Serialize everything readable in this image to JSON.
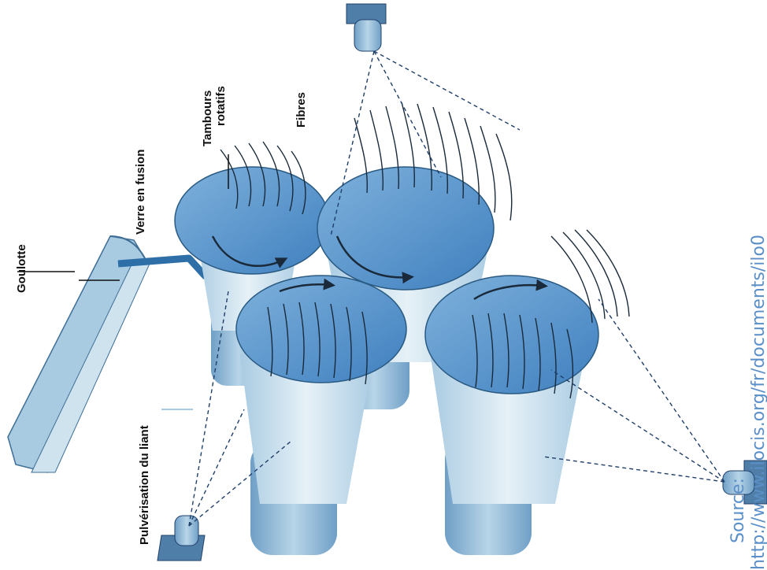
{
  "labels": {
    "goulotte": "Goulotte",
    "verre": "Verre en fusion",
    "tambours_line1": "Tambours",
    "tambours_line2": "rotatifs",
    "fibres": "Fibres",
    "pulverisation": "Pulvérisation du liant"
  },
  "source": {
    "line1": "Source:",
    "line2": "http://www.ilocis.org/fr/documents/ilo0"
  },
  "colors": {
    "drum_top": "#4f8fcf",
    "drum_body": "#cfe3ef",
    "stream": "#2f6fa8",
    "spray_lines": "#1f3f6a"
  }
}
